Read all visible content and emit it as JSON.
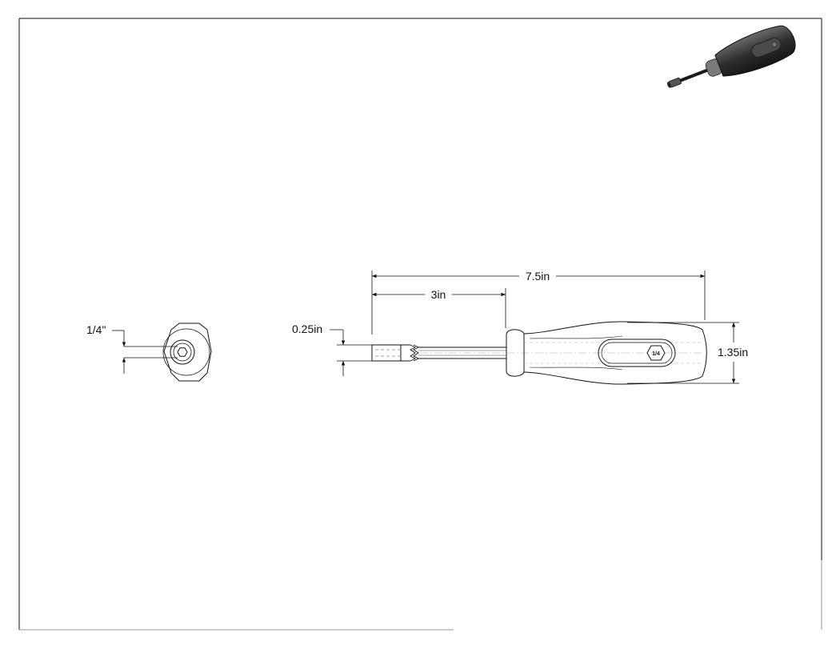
{
  "drawing": {
    "dimensions": {
      "overall_length": "7.5in",
      "shaft_length": "3in",
      "socket_diameter": "0.25in",
      "handle_height": "1.35in",
      "hex_size": "1/4\""
    },
    "handle_marking": "1/4"
  },
  "colors": {
    "line": "#111111",
    "background": "#ffffff",
    "handle_shade": "#3a3a3a",
    "shaft_shade": "#1a1a1a"
  }
}
